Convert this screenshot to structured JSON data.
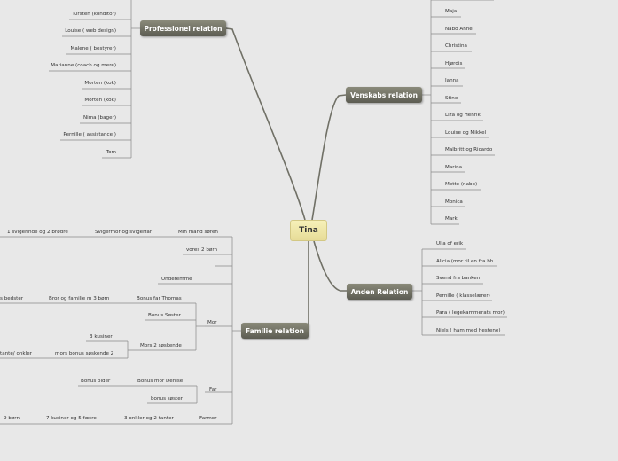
{
  "center": "Tina",
  "branches": {
    "professionel": "Professionel relation",
    "venskabs": "Venskabs relation",
    "anden": "Anden Relation",
    "familie": "Familie relation"
  },
  "professionel_items": [
    "Kirsten (konditor)",
    "Louise ( web design)",
    "Malene ( bestyrer)",
    "Marianne (coach og mere)",
    "Morten (kok)",
    "Morten (kok)",
    "Nima (bager)",
    "Pernille ( assistance )",
    "Tom"
  ],
  "venskabs_items": [
    "Maja",
    "Nabo Anne",
    "Christina",
    "Hjørdis",
    "Janna",
    "Stine",
    "Liza og Henrik",
    "Louise og Mikkel",
    "Malbritt og Ricardo",
    "Marina",
    "Mette (nabo)",
    "Monica",
    "Mark"
  ],
  "anden_items": [
    "Ulla of erik",
    "Alicia (mor til en fra bh",
    "Svend fra banken",
    "Pernille ( klasselærer)",
    "Para ( legekammerats mor)",
    "Niels ( ham med hestene)"
  ],
  "familie": {
    "min_mand": "Min mand søren",
    "svigermor": "Svigermor og svigerfar",
    "svigerinde": "1 svigerinde og 2 brødre",
    "vores_born": "vores 2 børn",
    "underemme": "Underemme",
    "mor": "Mor",
    "bonus_far_thomas": "Bonus far Thomas",
    "bror": "Bror og familie m 3 børn",
    "bedster": "s bedster",
    "bonus_sster": "Bonus Søster",
    "mors_sskende": "Mors 2 søskende",
    "kusiner3": "3 kusiner",
    "mors_bonus": "mors bonus søskende 2",
    "tante": "tante/ onkler",
    "far": "Far",
    "bonus_mor": "Bonus mor Denise",
    "bonus_older": "Bonus older",
    "bonus_sster2": "bonus søster",
    "farmor": "Farmor",
    "onkler": "3 onkler og 2 tanter",
    "kusiner7": "7 kusiner og 5 fætre",
    "born9": "9 børn"
  }
}
